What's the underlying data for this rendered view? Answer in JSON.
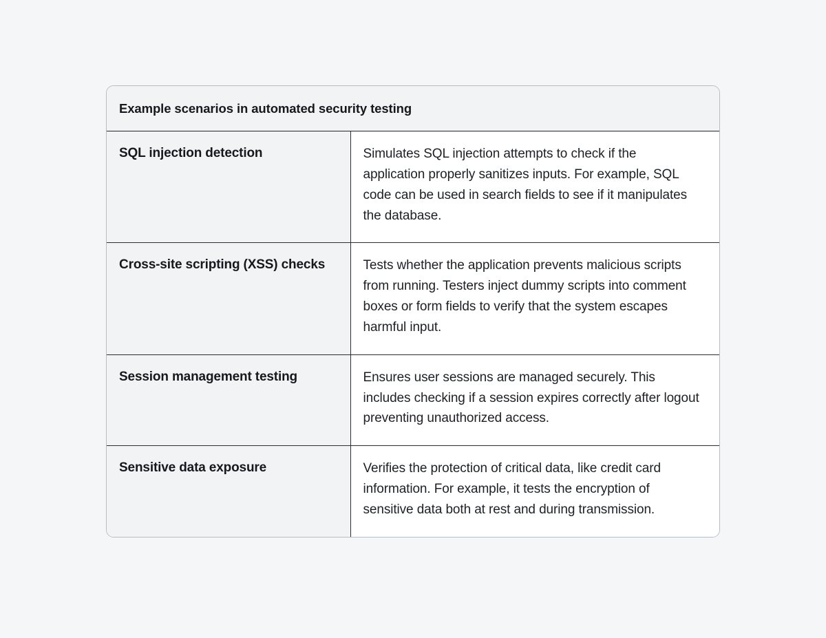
{
  "colors": {
    "page_background": "#f5f6f8",
    "card_background": "#ffffff",
    "label_column_background": "#f1f3f5",
    "header_background": "#f1f3f5",
    "border": "#2a2d33",
    "card_border": "#b8bcc2",
    "heading_text": "#15181c",
    "body_text": "#1d2024"
  },
  "table": {
    "title": "Example scenarios in automated security testing",
    "rows": [
      {
        "label": "SQL injection detection",
        "description": "Simulates SQL injection attempts to check if the application properly sanitizes inputs. For example, SQL code can be used in search fields to see if it manipulates the database."
      },
      {
        "label": "Cross-site scripting (XSS) checks",
        "description": "Tests whether the application prevents malicious scripts from running. Testers inject dummy scripts into comment boxes or form fields to verify that the system escapes harmful input."
      },
      {
        "label": "Session management testing",
        "description": "Ensures user sessions are managed securely. This includes checking if a session expires correctly after logout preventing unauthorized access."
      },
      {
        "label": "Sensitive data exposure",
        "description": "Verifies the protection of critical data, like credit card information. For example, it tests the encryption of sensitive data both at rest and during transmission."
      }
    ]
  }
}
